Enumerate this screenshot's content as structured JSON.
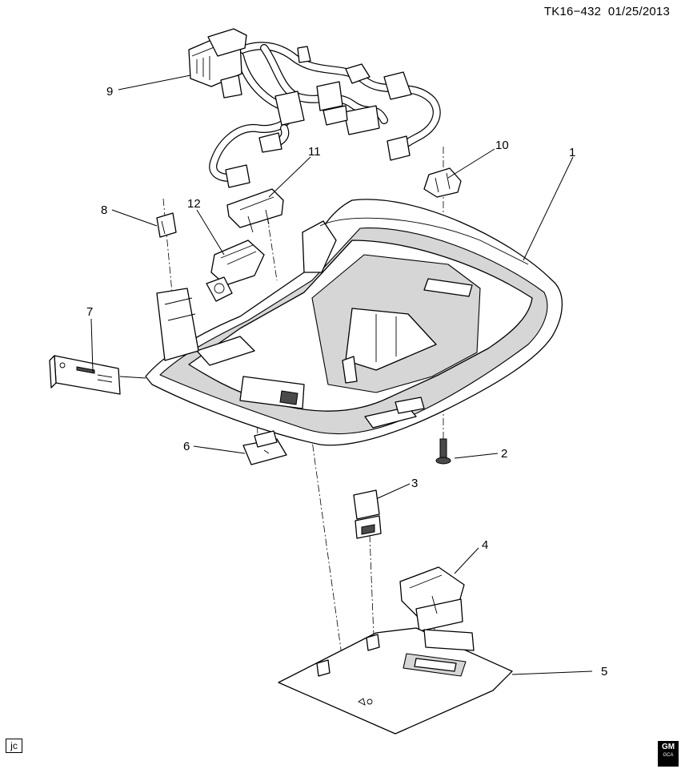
{
  "header": {
    "drawing_id": "TK16−432",
    "date": "01/25/2013"
  },
  "callouts": [
    "1",
    "2",
    "3",
    "4",
    "5",
    "6",
    "7",
    "8",
    "9",
    "10",
    "11",
    "12"
  ],
  "footer": {
    "initials": "jc",
    "logo_text": "GM",
    "logo_sub": "GCA"
  }
}
